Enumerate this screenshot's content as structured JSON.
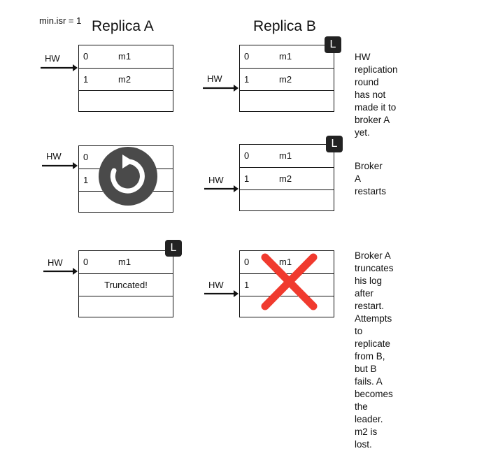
{
  "header": {
    "min_isr": "min.isr = 1",
    "replica_a": "Replica A",
    "replica_b": "Replica B"
  },
  "labels": {
    "hw": "HW",
    "leader_badge": "L"
  },
  "rows": [
    {
      "replica_a": {
        "entries": [
          {
            "offset": "0",
            "message": "m1"
          },
          {
            "offset": "1",
            "message": "m2"
          }
        ],
        "hw_at": 0,
        "leader": false
      },
      "replica_b": {
        "entries": [
          {
            "offset": "0",
            "message": "m1"
          },
          {
            "offset": "1",
            "message": "m2"
          }
        ],
        "hw_at": 1,
        "leader": true
      },
      "note": "HW replication round\nhas not made it to\nbroker A yet."
    },
    {
      "replica_a": {
        "entries": [
          {
            "offset": "0",
            "message": ""
          },
          {
            "offset": "1",
            "message": ""
          }
        ],
        "hw_at": 0,
        "leader": false,
        "overlay": "restart-icon"
      },
      "replica_b": {
        "entries": [
          {
            "offset": "0",
            "message": "m1"
          },
          {
            "offset": "1",
            "message": "m2"
          }
        ],
        "hw_at": 1,
        "leader": true
      },
      "note": "Broker A restarts"
    },
    {
      "replica_a": {
        "entries": [
          {
            "offset": "0",
            "message": "m1"
          }
        ],
        "status_text": "Truncated!",
        "hw_at": 0,
        "leader": true
      },
      "replica_b": {
        "entries": [
          {
            "offset": "0",
            "message": "m1"
          },
          {
            "offset": "1",
            "message": ""
          }
        ],
        "hw_at": 1,
        "leader": false,
        "overlay": "failed-cross-icon"
      },
      "note": "Broker A truncates his log\nafter restart. Attempts to\nreplicate from B, but B\nfails. A becomes the\nleader. m2 is lost."
    }
  ],
  "colors": {
    "restart_icon": "#4a4a4a",
    "cross": "#f03a2e",
    "badge": "#222222"
  }
}
